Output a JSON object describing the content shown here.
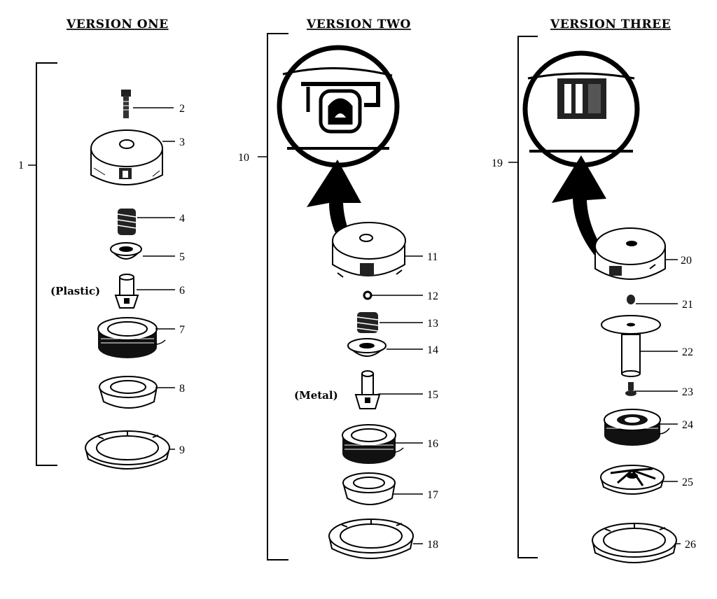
{
  "versions": [
    {
      "title": "VERSION ONE",
      "assembly": "1",
      "material_note": "(Plastic)",
      "parts": [
        "2",
        "3",
        "4",
        "5",
        "6",
        "7",
        "8",
        "9"
      ]
    },
    {
      "title": "VERSION TWO",
      "assembly": "10",
      "material_note": "(Metal)",
      "parts": [
        "11",
        "12",
        "13",
        "14",
        "15",
        "16",
        "17",
        "18"
      ]
    },
    {
      "title": "VERSION THREE",
      "assembly": "19",
      "parts": [
        "20",
        "21",
        "22",
        "23",
        "24",
        "25",
        "26"
      ]
    }
  ]
}
